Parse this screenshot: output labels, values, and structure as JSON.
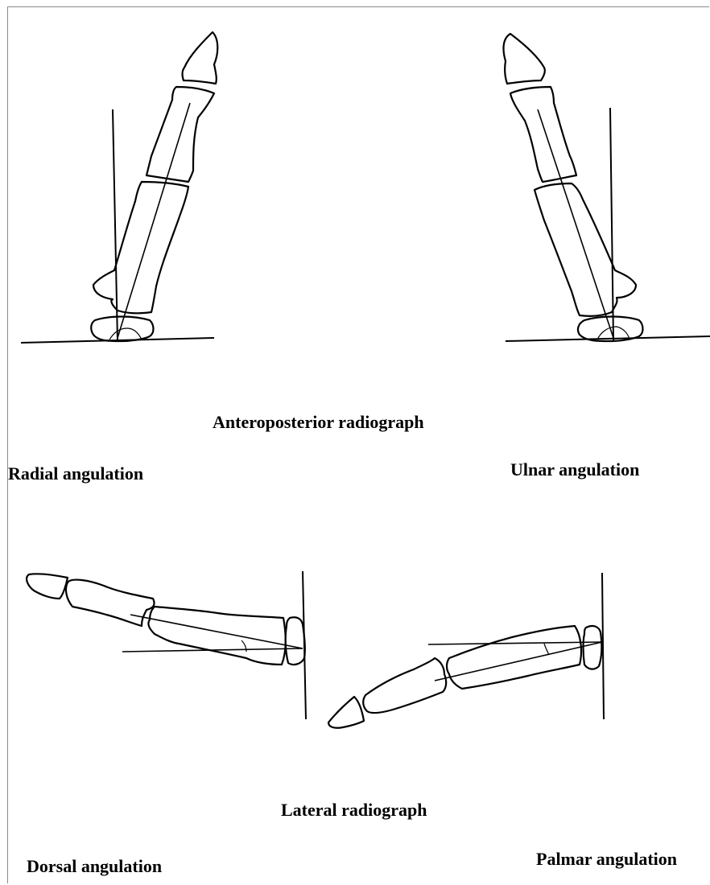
{
  "labels": {
    "anteroposterior": "Anteroposterior radiograph",
    "radial": "Radial angulation",
    "ulnar": "Ulnar angulation",
    "lateral": "Lateral radiograph",
    "dorsal": "Dorsal angulation",
    "palmar": "Palmar angulation"
  },
  "colors": {
    "line": "#000000",
    "background": "#ffffff",
    "frame": "#8a8a8a"
  }
}
